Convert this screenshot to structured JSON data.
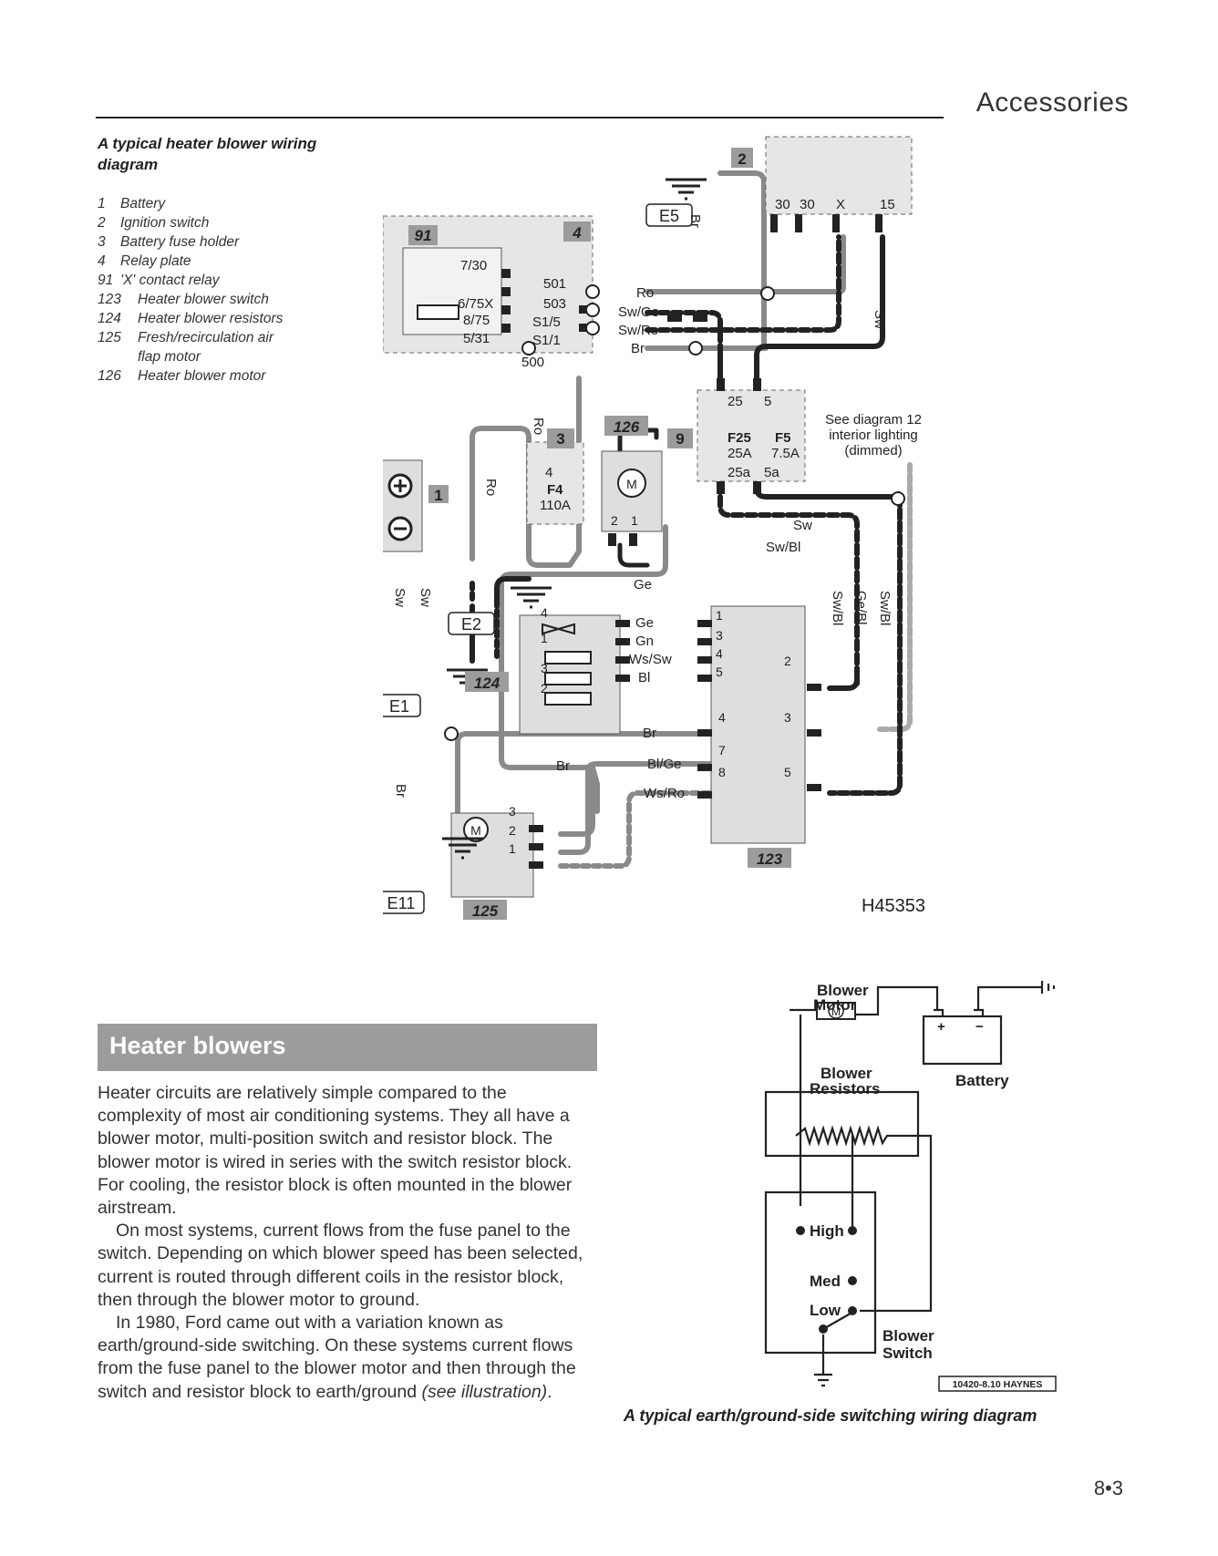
{
  "header": {
    "section_title": "Accessories"
  },
  "figure1": {
    "caption": "A typical heater blower wiring diagram",
    "legend": [
      {
        "num": "1",
        "label": "Battery"
      },
      {
        "num": "2",
        "label": "Ignition switch"
      },
      {
        "num": "3",
        "label": "Battery fuse holder"
      },
      {
        "num": "4",
        "label": "Relay plate"
      },
      {
        "num": "91",
        "label": "'X' contact relay"
      },
      {
        "num": "123",
        "label": "Heater blower switch"
      },
      {
        "num": "124",
        "label": "Heater blower resistors"
      },
      {
        "num": "125",
        "label": "Fresh/recirculation air"
      },
      {
        "num": "",
        "label": "flap motor"
      },
      {
        "num": "126",
        "label": "Heater blower motor"
      }
    ],
    "diagram_code": "H45353",
    "note": [
      "See diagram 12",
      "interior lighting",
      "(dimmed)"
    ],
    "components": {
      "c1": "1",
      "c2": "2",
      "c3": "3",
      "c4": "4",
      "c9": "9",
      "c91": "91",
      "c123": "123",
      "c124": "124",
      "c125": "125",
      "c126": "126"
    },
    "grounds": {
      "e1": "E1",
      "e2": "E2",
      "e5": "E5",
      "e11": "E11"
    },
    "relay_pins": {
      "p730": "7/30",
      "p675x": "6/75X",
      "p875": "8/75",
      "p531": "5/31",
      "t501": "501",
      "t503": "503",
      "ts15": "S1/5",
      "ts11": "S1/1",
      "t500": "500"
    },
    "ignition_pins": {
      "a": "30",
      "b": "30",
      "c": "X",
      "d": "15"
    },
    "fuse_block": {
      "f25": "F25",
      "f25v": "25A",
      "f5": "F5",
      "f5v": "7.5A",
      "t25": "25",
      "t5": "5",
      "t25a": "25a",
      "t5a": "5a"
    },
    "fuse_holder": {
      "f4": "F4",
      "f4v": "110A",
      "t4": "4"
    },
    "wires": {
      "ro": "Ro",
      "swge": "Sw/Ge",
      "swro": "Sw/Ro",
      "br": "Br",
      "sw": "Sw",
      "swbl": "Sw/Bl",
      "gebl": "Ge/Bl",
      "ge": "Ge",
      "gn": "Gn",
      "wssw": "Ws/Sw",
      "bl": "Bl",
      "blge": "Bl/Ge",
      "wsro": "Ws/Ro"
    },
    "motor_symbol": "M"
  },
  "section": {
    "title": "Heater blowers",
    "paragraphs": [
      "Heater circuits are relatively simple compared to the complexity of most air conditioning systems. They all have a blower motor, multi-position switch and resistor block. The blower motor is wired in series with the switch resistor block. For cooling, the resistor block is often mounted in the blower airstream.",
      "On most systems, current flows from the fuse panel to the switch. Depending on which blower speed has been selected, current is routed through different coils in the resistor block, then through the blower motor to ground.",
      "In 1980, Ford came out with a variation known as earth/ground-side switching. On these systems current flows from the fuse panel to the blower motor and then through the switch and resistor block to earth/ground"
    ],
    "paragraph3_italic": "(see illustration)",
    "paragraph3_end": "."
  },
  "figure2": {
    "caption": "A typical earth/ground-side switching wiring diagram",
    "blower_motor": [
      "Blower",
      "Motor"
    ],
    "battery": "Battery",
    "resistors": [
      "Blower",
      "Resistors"
    ],
    "high": "High",
    "med": "Med",
    "low": "Low",
    "switch": [
      "Blower",
      "Switch"
    ],
    "code": "10420-8.10 HAYNES",
    "plus": "+",
    "minus": "−"
  },
  "page_number": "8•3"
}
